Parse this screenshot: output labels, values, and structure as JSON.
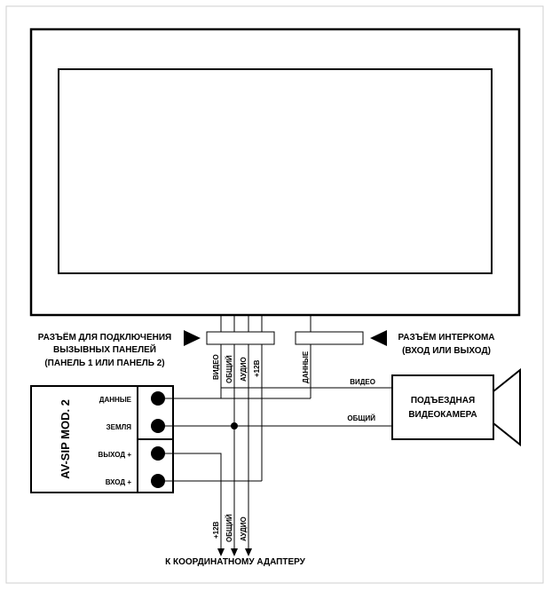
{
  "connector_panels": {
    "line1": "РАЗЪЁМ ДЛЯ ПОДКЛЮЧЕНИЯ",
    "line2": "ВЫЗЫВНЫХ ПАНЕЛЕЙ",
    "line3": "(ПАНЕЛЬ 1 ИЛИ ПАНЕЛЬ 2)"
  },
  "connector_intercom": {
    "line1": "РАЗЪЁМ ИНТЕРКОМА",
    "line2": "(ВХОД ИЛИ ВЫХОД)"
  },
  "wires_top": {
    "video": "ВИДЕО",
    "common": "ОБЩИЙ",
    "audio": "АУДИО",
    "plus12": "+12В",
    "data": "ДАННЫЕ"
  },
  "module": {
    "name": "AV-SIP MOD. 2",
    "terminals": {
      "data": "ДАННЫЕ",
      "ground": "ЗЕМЛЯ",
      "out": "ВЫХОД +",
      "in": "ВХОД +"
    }
  },
  "camera": {
    "line1": "ПОДЪЕЗДНАЯ",
    "line2": "ВИДЕОКАМЕРА",
    "video_label": "ВИДЕО",
    "common_label": "ОБЩИЙ"
  },
  "wires_bottom": {
    "plus12": "+12В",
    "common": "ОБЩИЙ",
    "audio": "АУДИО"
  },
  "footer": {
    "label": "К КООРДИНАТНОМУ АДАПТЕРУ"
  }
}
